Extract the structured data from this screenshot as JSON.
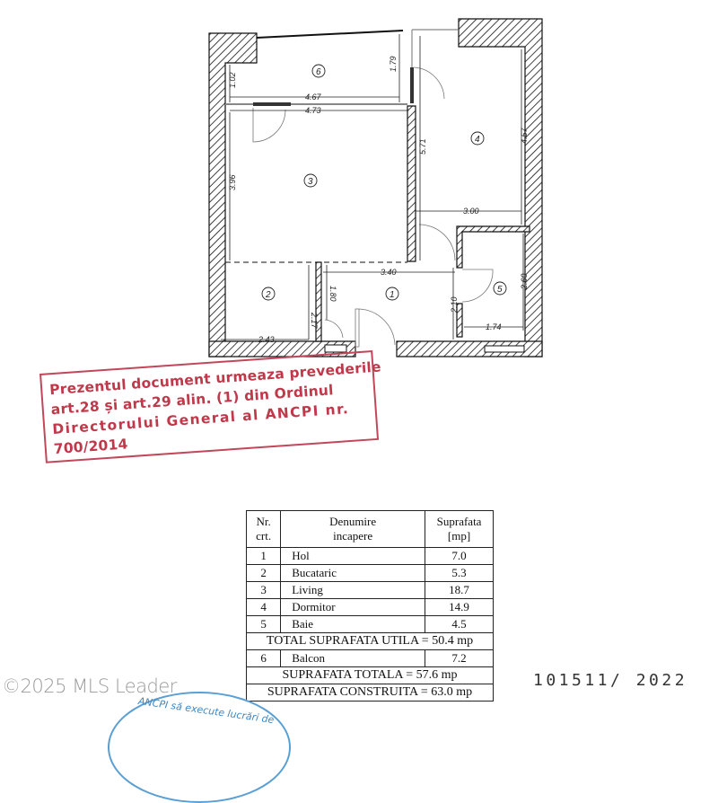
{
  "floor_plan": {
    "rooms": [
      {
        "number": "1",
        "label": "1"
      },
      {
        "number": "2",
        "label": "2"
      },
      {
        "number": "3",
        "label": "3"
      },
      {
        "number": "4",
        "label": "4"
      },
      {
        "number": "5",
        "label": "5"
      },
      {
        "number": "6",
        "label": "6"
      }
    ],
    "dimensions": {
      "balcony_depth_left": "1.02",
      "balcony_depth_right": "1.79",
      "balcony_width": "4.67",
      "living_width": "4.73",
      "living_height": "3.96",
      "bedroom_height_left": "5.71",
      "bedroom_height_right": "4.57",
      "bedroom_width": "3.00",
      "hall_width": "3.40",
      "kitchen_height": "2.17",
      "hall_left_height": "1.80",
      "kitchen_width": "2.43",
      "hall_right_height": "2.10",
      "bath_height": "2.60",
      "bath_width": "1.74"
    }
  },
  "stamp": {
    "lines": [
      "Prezentul document urmeaza prevederile",
      "art.28 și art.29 alin. (1) din Ordinul",
      "Directorului General al ANCPI nr.",
      "700/2014"
    ],
    "color": "#c0394b"
  },
  "area_table": {
    "headers": {
      "nr": "Nr.\ncrt.",
      "nr_line1": "Nr.",
      "nr_line2": "crt.",
      "name_line1": "Denumire",
      "name_line2": "incapere",
      "area_line1": "Suprafata",
      "area_line2": "[mp]"
    },
    "rows": [
      {
        "nr": "1",
        "name": "Hol",
        "area": "7.0"
      },
      {
        "nr": "2",
        "name": "Bucataric",
        "area": "5.3"
      },
      {
        "nr": "3",
        "name": "Living",
        "area": "18.7"
      },
      {
        "nr": "4",
        "name": "Dormitor",
        "area": "14.9"
      },
      {
        "nr": "5",
        "name": "Baie",
        "area": "4.5"
      }
    ],
    "total_useful": "TOTAL SUPRAFATA UTILA = 50.4 mp",
    "balcony_row": {
      "nr": "6",
      "name": "Balcon",
      "area": "7.2"
    },
    "total_area": "SUPRAFATA TOTALA = 57.6 mp",
    "built_area": "SUPRAFATA CONSTRUITA = 63.0 mp"
  },
  "watermark": "©2025 MLS Leader",
  "document_number": "101511/ 2022",
  "seal_text": "ANCPI să execute lucrări de"
}
